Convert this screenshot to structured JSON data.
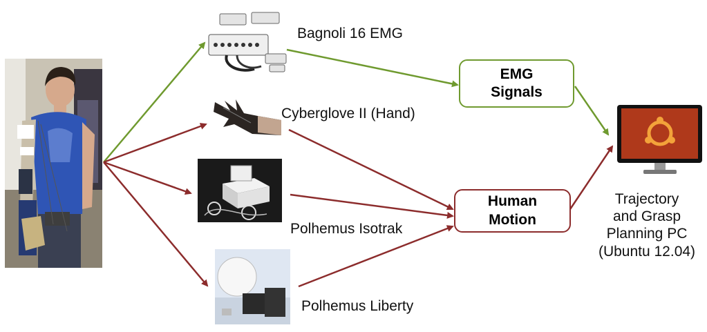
{
  "devices": {
    "bagnoli": "Bagnoli 16 EMG",
    "cyberglove": "Cyberglove II (Hand)",
    "isotrak": "Polhemus Isotrak",
    "liberty": "Polhemus Liberty"
  },
  "nodes": {
    "emg_line1": "EMG",
    "emg_line2": "Signals",
    "motion_line1": "Human",
    "motion_line2": "Motion"
  },
  "pc": {
    "line1": "Trajectory",
    "line2": "and Grasp",
    "line3": "Planning PC",
    "line4": "(Ubuntu 12.04)"
  },
  "colors": {
    "emg_path": "#6f9a2f",
    "motion_path": "#8c2c2c"
  }
}
